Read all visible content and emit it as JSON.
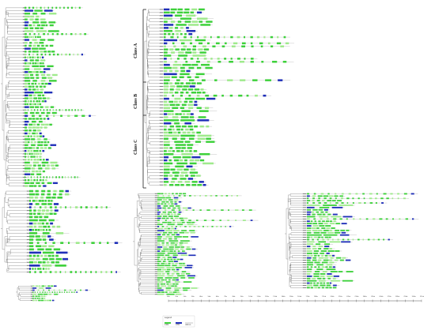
{
  "figure": {
    "colors": {
      "background": "#ffffff",
      "tree": "#555555",
      "intron": "#888888",
      "exon_green": "#3dd13a",
      "exon_light": "#9fea8c",
      "utr_blue": "#1f2fb8"
    },
    "class_labels": [
      "Class A",
      "Class B",
      "Class C"
    ],
    "legend": {
      "title": "Legend",
      "items": [
        {
          "name": "CDS",
          "color": "#3dd13a"
        },
        {
          "name": "UTR",
          "color": "#1f2fb8"
        },
        {
          "name": "intron",
          "color": "#888888"
        }
      ]
    },
    "scale_ticks": [
      "0kb",
      "1kb",
      "2kb",
      "3kb",
      "4kb",
      "5kb",
      "6kb",
      "7kb",
      "8kb",
      "9kb",
      "10kb",
      "11kb",
      "12kb",
      "13kb",
      "14kb",
      "15kb",
      "16kb",
      "17kb",
      "18kb",
      "19kb",
      "20kb",
      "21kb",
      "22kb",
      "23kb",
      "24kb",
      "25kb",
      "26kb",
      "27kb",
      "28kb",
      "29kb",
      "30kb",
      "31kb"
    ],
    "panels": [
      {
        "id": "panel-a",
        "rows": 62,
        "seed": 11
      },
      {
        "id": "panel-b",
        "rows": 58,
        "seed": 23
      },
      {
        "id": "panel-c",
        "rows": 26,
        "seed": 37
      },
      {
        "id": "panel-d",
        "rows": 50,
        "seed": 41
      },
      {
        "id": "panel-e",
        "rows": 42,
        "seed": 53
      },
      {
        "id": "panel-f",
        "rows": 8,
        "seed": 67
      }
    ]
  }
}
